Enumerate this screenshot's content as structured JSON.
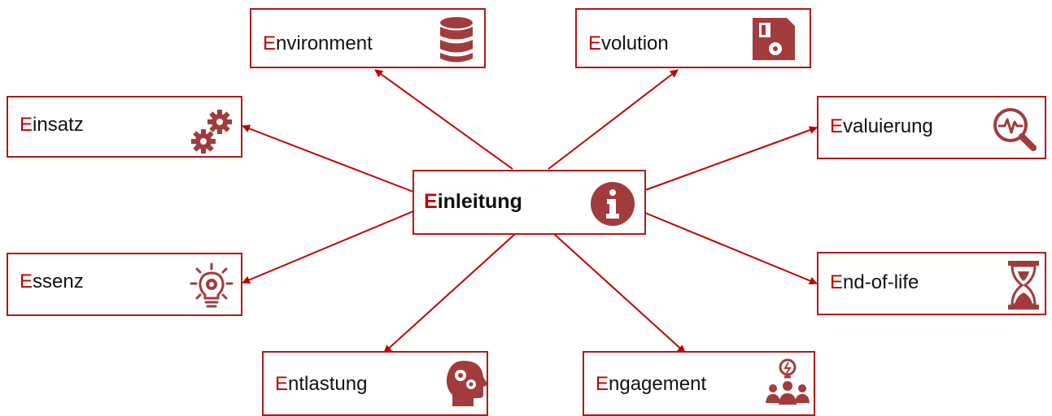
{
  "colors": {
    "accent": "#c00000",
    "border": "#b11a1a",
    "icon": "#a23b3b",
    "arrow": "#c00000"
  },
  "center": {
    "first": "E",
    "rest": "inleitung",
    "icon": "info-icon"
  },
  "nodes": [
    {
      "key": "environment",
      "first": "E",
      "rest": "nvironment",
      "icon": "database-icon"
    },
    {
      "key": "evolution",
      "first": "E",
      "rest": "volution",
      "icon": "floppy-disk-icon"
    },
    {
      "key": "einsatz",
      "first": "E",
      "rest": "insatz",
      "icon": "gears-icon"
    },
    {
      "key": "evaluierung",
      "first": "E",
      "rest": "valuierung",
      "icon": "magnifier-pulse-icon"
    },
    {
      "key": "essenz",
      "first": "E",
      "rest": "ssenz",
      "icon": "lightbulb-gear-icon"
    },
    {
      "key": "end-of-life",
      "first": "E",
      "rest": "nd-of-life",
      "icon": "hourglass-icon"
    },
    {
      "key": "entlastung",
      "first": "E",
      "rest": "ntlastung",
      "icon": "head-gears-icon"
    },
    {
      "key": "engagement",
      "first": "E",
      "rest": "ngagement",
      "icon": "team-idea-icon"
    }
  ]
}
